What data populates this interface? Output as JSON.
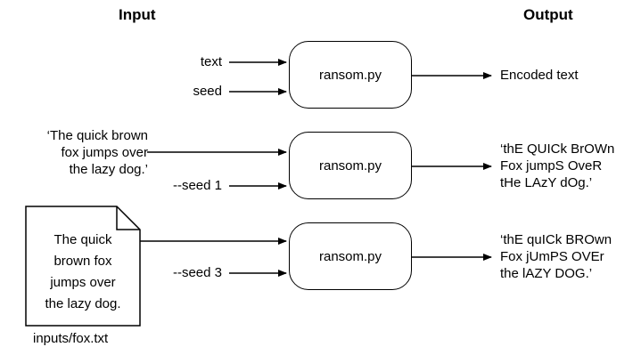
{
  "headings": {
    "input": "Input",
    "output": "Output"
  },
  "row1": {
    "input_text": "text",
    "input_seed": "seed",
    "process": "ransom.py",
    "output": "Encoded text"
  },
  "row2": {
    "input_text": [
      "‘The quick brown",
      "fox jumps over",
      "the lazy dog.’"
    ],
    "input_seed": "--seed 1",
    "process": "ransom.py",
    "output": [
      "‘thE QUICk BrOWn",
      "Fox jumpS OveR",
      "tHe LAzY dOg.’"
    ]
  },
  "row3": {
    "file_content": [
      "The quick",
      "brown fox",
      "jumps over",
      "the lazy dog."
    ],
    "file_name": "inputs/fox.txt",
    "input_seed": "--seed 3",
    "process": "ransom.py",
    "output": [
      "‘thE quICk BROwn",
      "Fox jUmPS OVEr",
      "the lAZY DOG.’"
    ]
  }
}
